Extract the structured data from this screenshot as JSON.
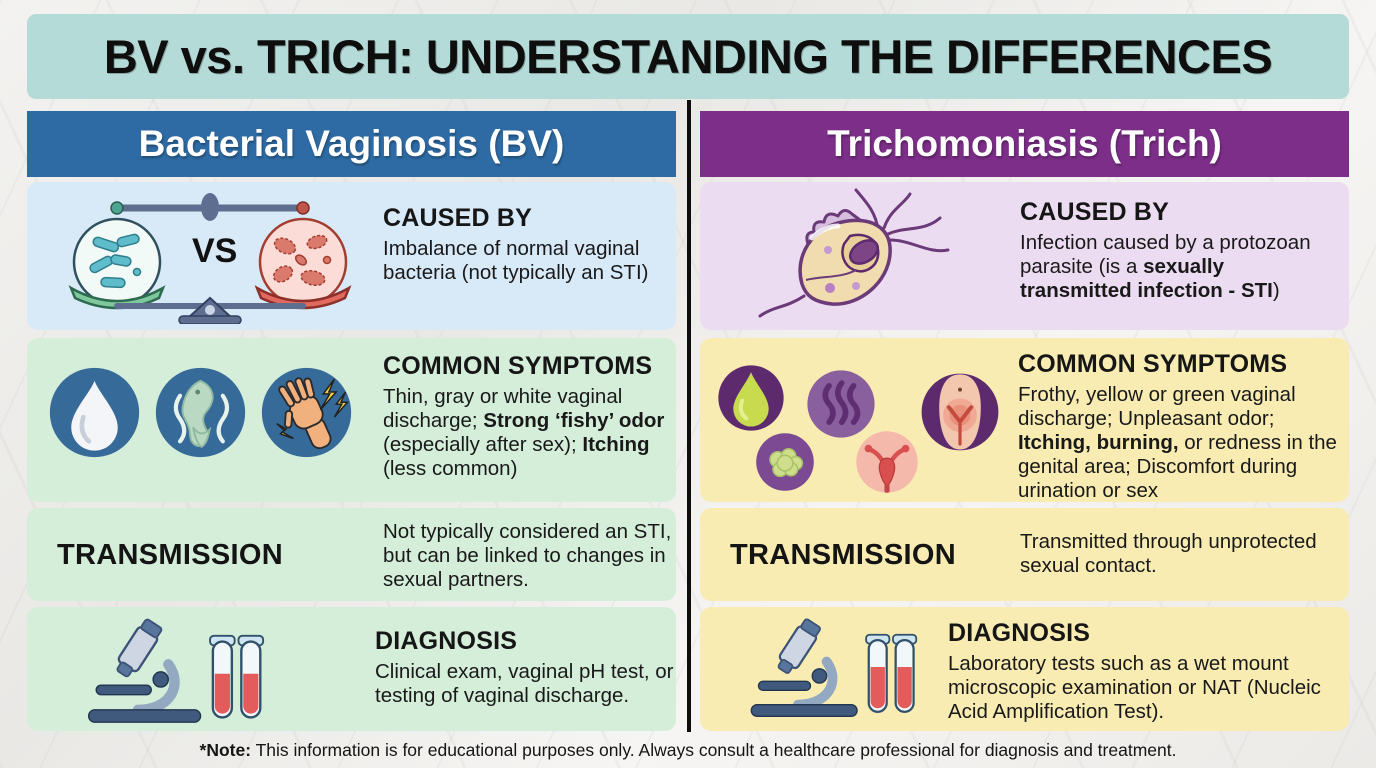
{
  "title": "BV vs. TRICH: UNDERSTANDING THE DIFFERENCES",
  "bv": {
    "header": "Bacterial Vaginosis (BV)",
    "vs_label": "VS",
    "caused_by": {
      "heading": "CAUSED BY",
      "body": "Imbalance of normal vaginal bacteria (not typically an STI)"
    },
    "symptoms": {
      "heading": "COMMON SYMPTOMS",
      "seg1": "Thin, gray or white vaginal discharge; ",
      "seg2": "Strong ‘fishy’ odor",
      "seg3": " (especially after sex); ",
      "seg4": "Itching",
      "seg5": " (less common)"
    },
    "transmission": {
      "heading": "TRANSMISSION",
      "body": "Not typically considered an STI, but can be linked to changes in sexual partners."
    },
    "diagnosis": {
      "heading": "DIAGNOSIS",
      "body": "Clinical exam, vaginal pH test, or testing of vaginal discharge."
    }
  },
  "trich": {
    "header": "Trichomoniasis (Trich)",
    "caused_by": {
      "heading": "CAUSED BY",
      "seg1": "Infection caused by a protozoan parasite (is a ",
      "seg2": "sexually transmitted infection - STI",
      "seg3": ")"
    },
    "symptoms": {
      "heading": "COMMON SYMPTOMS",
      "seg1": "Frothy, yellow or green vaginal discharge; Unpleasant odor; ",
      "seg2": "Itching, burning,",
      "seg3": " or redness in the genital area; Discomfort during urination or sex"
    },
    "transmission": {
      "heading": "TRANSMISSION",
      "body": "Transmitted through unprotected sexual contact."
    },
    "diagnosis": {
      "heading": "DIAGNOSIS",
      "body": "Laboratory tests such as a wet mount microscopic examination or NAT (Nucleic Acid Amplification Test)."
    }
  },
  "footer": {
    "note_label": "*Note:",
    "note_text": " This information is for educational purposes only. Always consult a healthcare professional for diagnosis and treatment."
  },
  "icons": {
    "bv_caused_by": "balance-scale-bacteria-icon",
    "bv_symptom_1": "discharge-droplet-icon",
    "bv_symptom_2": "fishy-odor-icon",
    "bv_symptom_3": "itching-hand-icon",
    "bv_diagnosis": "microscope-test-tubes-icon",
    "trich_caused_by": "trichomonas-parasite-icon",
    "trich_symptom_1": "discharge-droplet-icon",
    "trich_symptom_2": "odor-waves-icon",
    "trich_symptom_3": "frothy-discharge-icon",
    "trich_symptom_4": "uterus-icon",
    "trich_symptom_5": "genital-irritation-icon",
    "trich_diagnosis": "microscope-test-tubes-icon"
  },
  "colors": {
    "title_bg": "#b5dbd8",
    "bv_header_bg": "#2e6ba4",
    "trich_header_bg": "#7c2e88",
    "bv_caused_bg": "#d8e9f8",
    "bv_panel_bg": "#d5eeda",
    "trich_caused_bg": "#ecdcf1",
    "trich_panel_bg": "#f8ecb3",
    "divider": "#0d0d0d"
  }
}
